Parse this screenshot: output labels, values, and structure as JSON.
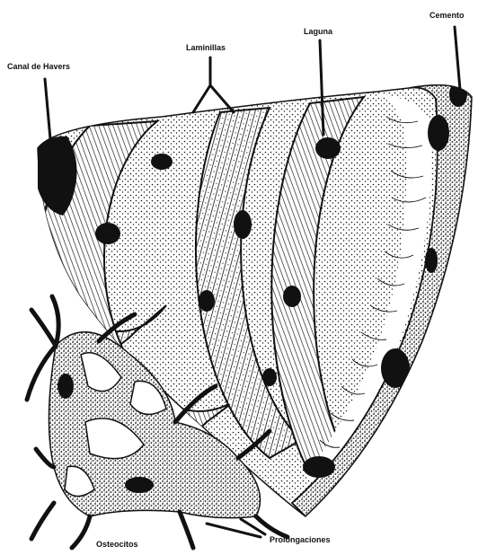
{
  "labels": {
    "havers": "Canal de Havers",
    "laminillas": "Laminillas",
    "laguna": "Laguna",
    "cemento": "Cemento",
    "osteocitos": "Osteocitos",
    "prolongaciones": "Prolongaciones"
  },
  "colors": {
    "ink": "#111111",
    "paper": "#ffffff"
  }
}
